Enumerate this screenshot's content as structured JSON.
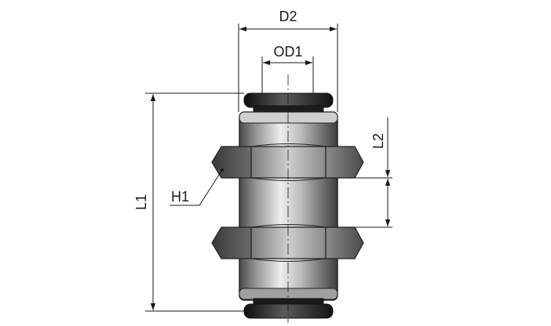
{
  "labels": {
    "d2": "D2",
    "od1": "OD1",
    "l1": "L1",
    "l2": "L2",
    "h1": "H1"
  },
  "colors": {
    "line": "#1a1a1a",
    "metal_dark": "#3a3a3a",
    "metal_mid": "#8c8c8c",
    "metal_light": "#e8e8e8",
    "collet": "#151515"
  }
}
